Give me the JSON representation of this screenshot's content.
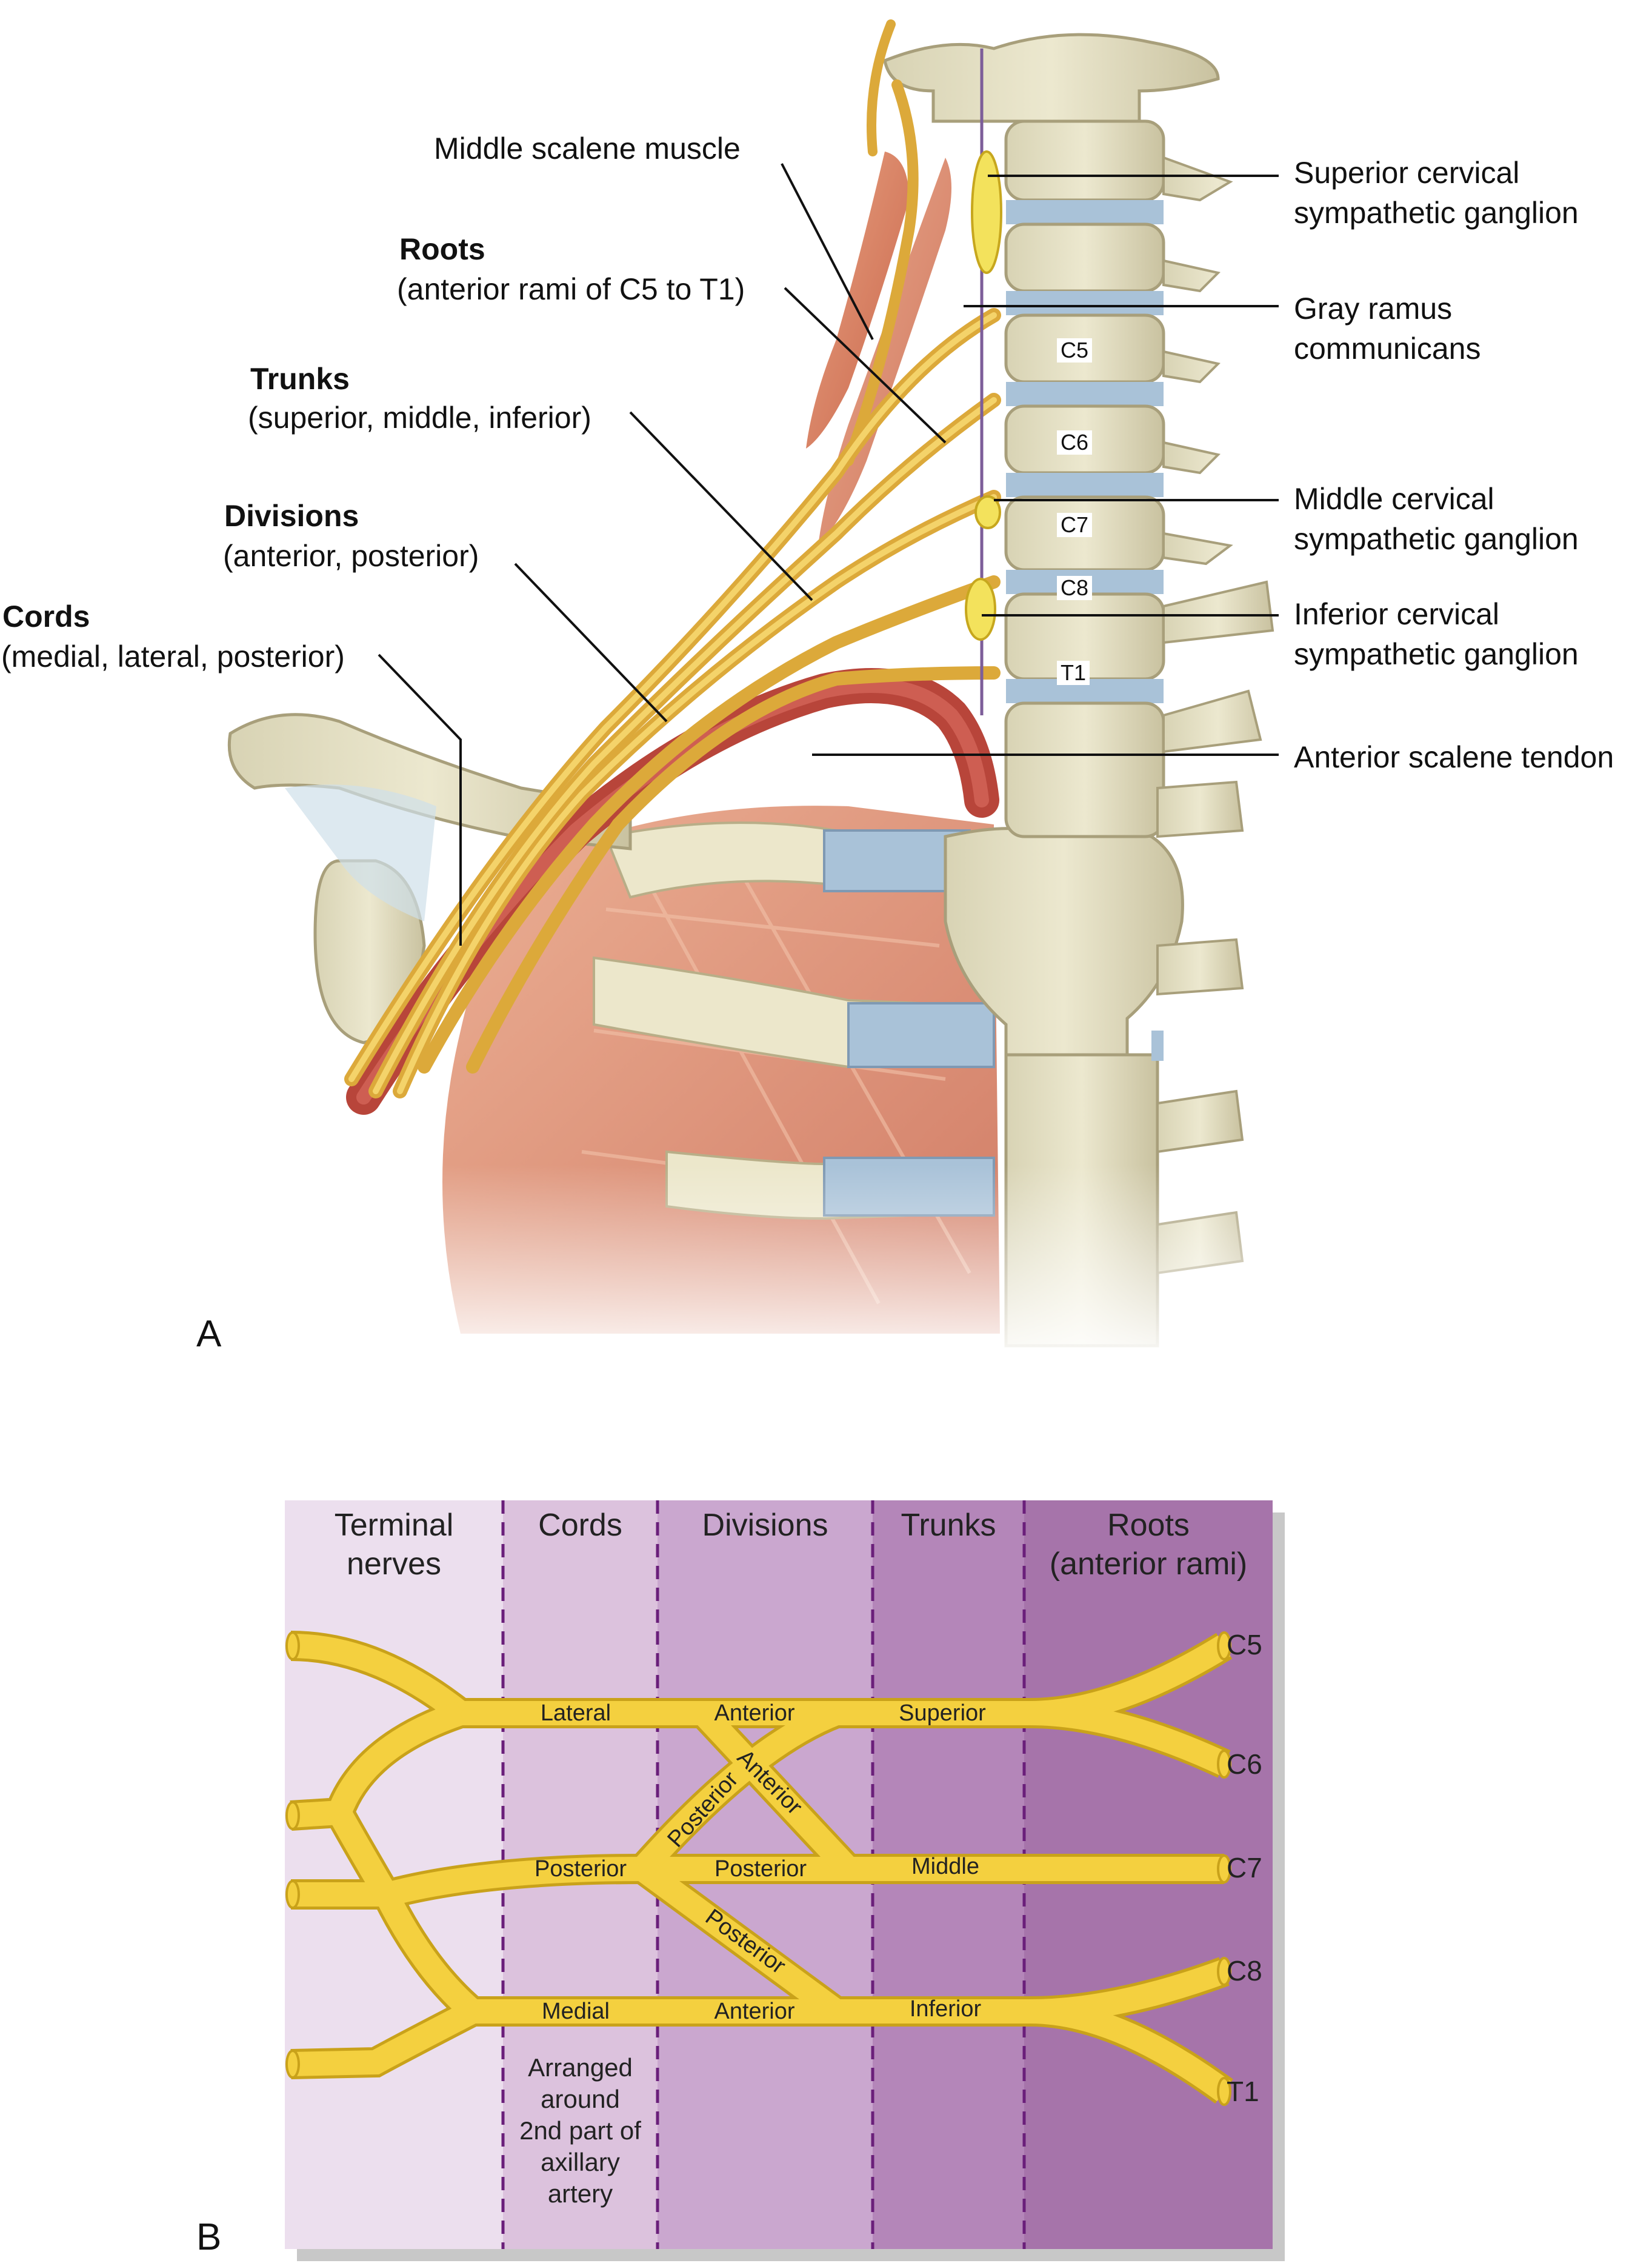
{
  "panelA": {
    "letter": "A",
    "left_labels": [
      {
        "id": "scalene",
        "bold": "",
        "text": "Middle scalene muscle"
      },
      {
        "id": "roots",
        "bold": "Roots",
        "text": "(anterior rami of C5 to T1)"
      },
      {
        "id": "trunks",
        "bold": "Trunks",
        "text": "(superior, middle, inferior)"
      },
      {
        "id": "divisions",
        "bold": "Divisions",
        "text": "(anterior, posterior)"
      },
      {
        "id": "cords",
        "bold": "Cords",
        "text": "(medial, lateral, posterior)"
      }
    ],
    "right_labels": [
      {
        "id": "superior_ganglion",
        "lines": [
          "Superior cervical",
          "sympathetic ganglion"
        ]
      },
      {
        "id": "gray_ramus",
        "lines": [
          "Gray ramus",
          "communicans"
        ]
      },
      {
        "id": "middle_ganglion",
        "lines": [
          "Middle cervical",
          "sympathetic ganglion"
        ]
      },
      {
        "id": "inferior_ganglion",
        "lines": [
          "Inferior cervical",
          "sympathetic ganglion"
        ]
      },
      {
        "id": "scalene_tendon",
        "lines": [
          "Anterior scalene tendon"
        ]
      }
    ],
    "vertebra_labels": [
      "C5",
      "C6",
      "C7",
      "C8",
      "T1"
    ]
  },
  "panelB": {
    "letter": "B",
    "columns": [
      {
        "id": "terminal",
        "lines": [
          "Terminal",
          "nerves"
        ],
        "color": "#ecdfee"
      },
      {
        "id": "cords",
        "lines": [
          "Cords"
        ],
        "color": "#dcc2dd"
      },
      {
        "id": "divisions",
        "lines": [
          "Divisions"
        ],
        "color": "#caa7cf"
      },
      {
        "id": "trunks",
        "lines": [
          "Trunks"
        ],
        "color": "#b486b9"
      },
      {
        "id": "roots",
        "lines": [
          "Roots",
          "(anterior rami)"
        ],
        "color": "#a674aa"
      }
    ],
    "roots": [
      "C5",
      "C6",
      "C7",
      "C8",
      "T1"
    ],
    "cords": {
      "lateral": "Lateral",
      "posterior": "Posterior",
      "medial": "Medial"
    },
    "divisions": {
      "anterior_top": "Anterior",
      "anterior_diag": "Anterior",
      "posterior_diag_up": "Posterior",
      "posterior_mid": "Posterior",
      "posterior_diag_down": "Posterior",
      "anterior_bottom": "Anterior"
    },
    "trunks": {
      "superior": "Superior",
      "middle": "Middle",
      "inferior": "Inferior"
    },
    "note_lines": [
      "Arranged",
      "around",
      "2nd part of",
      "axillary",
      "artery"
    ],
    "nerve_color": "#f4d03f",
    "nerve_outline": "#c9a21a"
  }
}
